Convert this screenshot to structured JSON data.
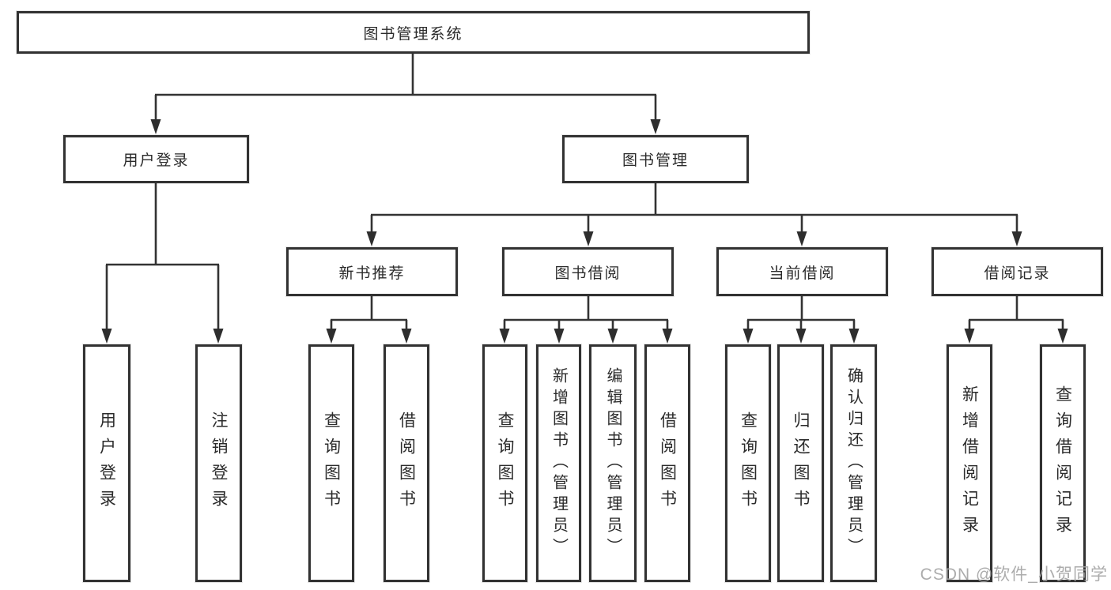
{
  "diagram": {
    "root": {
      "label": "图书管理系统"
    },
    "branches": [
      {
        "label": "用户登录",
        "children": [
          {
            "label": "用户登录"
          },
          {
            "label": "注销登录"
          }
        ]
      },
      {
        "label": "图书管理",
        "children": [
          {
            "label": "新书推荐",
            "children": [
              {
                "label": "查询图书"
              },
              {
                "label": "借阅图书"
              }
            ]
          },
          {
            "label": "图书借阅",
            "children": [
              {
                "label": "查询图书"
              },
              {
                "label": "新增图书（管理员）"
              },
              {
                "label": "编辑图书（管理员）"
              },
              {
                "label": "借阅图书"
              }
            ]
          },
          {
            "label": "当前借阅",
            "children": [
              {
                "label": "查询图书"
              },
              {
                "label": "归还图书"
              },
              {
                "label": "确认归还（管理员）"
              }
            ]
          },
          {
            "label": "借阅记录",
            "children": [
              {
                "label": "新增借阅记录"
              },
              {
                "label": "查询借阅记录"
              }
            ]
          }
        ]
      }
    ]
  },
  "watermark": {
    "text": "CSDN @软件_小贺同学"
  },
  "colors": {
    "line": "#333333",
    "arrow": "#2e2e2e",
    "box_border": "#323232",
    "box_fill": "#ffffff",
    "text": "#2b2b2b",
    "watermark": "#a3a3a3"
  }
}
